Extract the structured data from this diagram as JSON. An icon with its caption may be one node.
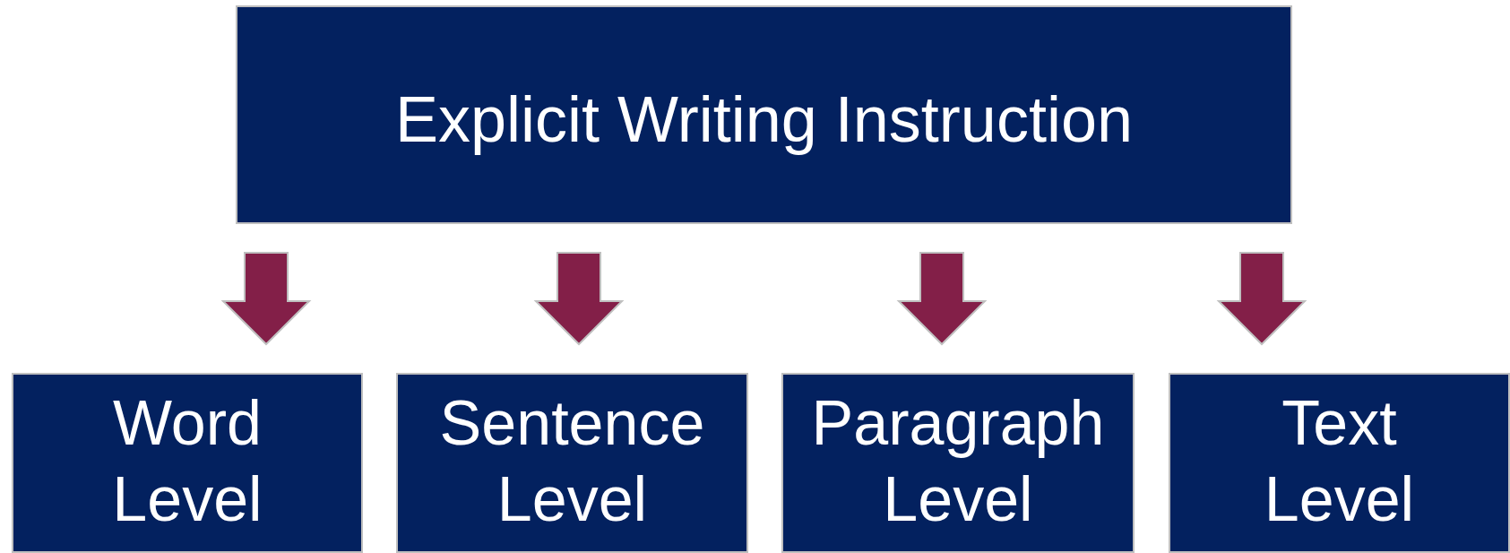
{
  "diagram": {
    "nodes": [
      {
        "text": [
          "Explicit Writing Instruction"
        ]
      },
      {
        "text": [
          "Word Level"
        ]
      },
      {
        "text": [
          "Sentence Level"
        ]
      },
      {
        "text": [
          "Paragraph Level"
        ]
      },
      {
        "text": [
          "Text Level"
        ]
      }
    ],
    "edges": [
      {
        "from": 0,
        "to": 1,
        "arrow": "to"
      },
      {
        "from": 0,
        "to": 2,
        "arrow": "to"
      },
      {
        "from": 0,
        "to": 3,
        "arrow": "to"
      },
      {
        "from": 0,
        "to": 4,
        "arrow": "to"
      }
    ]
  }
}
